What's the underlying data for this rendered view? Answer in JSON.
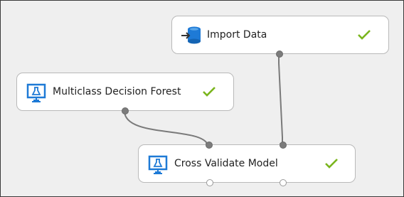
{
  "modules": {
    "import_data": {
      "label": "Import Data",
      "status": "completed"
    },
    "decision_forest": {
      "label": "Multiclass Decision Forest",
      "status": "completed"
    },
    "cross_validate": {
      "label": "Cross Validate Model",
      "status": "completed"
    }
  },
  "colors": {
    "canvas": "#efefef",
    "module_border": "#b9b9b9",
    "connector": "#7a7a7a",
    "check": "#7ab51d",
    "icon_primary": "#1e7ad6"
  },
  "icons": {
    "import_data": "database-import-icon",
    "decision_forest": "model-lab-icon",
    "cross_validate": "model-lab-icon",
    "status": "checkmark-icon"
  }
}
